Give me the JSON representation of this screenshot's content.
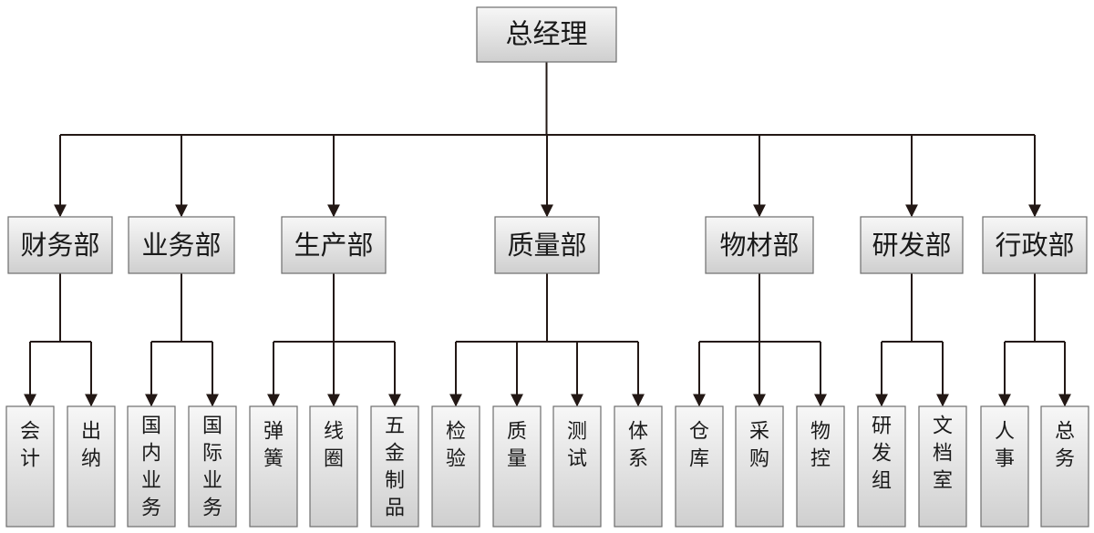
{
  "root": "总经理",
  "departments": [
    {
      "name": "财务部",
      "subs": [
        "会计",
        "出纳"
      ]
    },
    {
      "name": "业务部",
      "subs": [
        "国内业务",
        "国际业务"
      ]
    },
    {
      "name": "生产部",
      "subs": [
        "弹簧",
        "线圈",
        "五金制品"
      ]
    },
    {
      "name": "质量部",
      "subs": [
        "检验",
        "质量",
        "测试",
        "体系"
      ]
    },
    {
      "name": "物材部",
      "subs": [
        "仓库",
        "采购",
        "物控"
      ]
    },
    {
      "name": "研发部",
      "subs": [
        "研发组",
        "文档室"
      ]
    },
    {
      "name": "行政部",
      "subs": [
        "人事",
        "总务"
      ]
    }
  ],
  "colors": {
    "line": "#231815",
    "box_border": "#6d6d6d",
    "box_fill_top": "#f7f7f7",
    "box_fill_bottom": "#cfcfcf",
    "text": "#1a1a1a"
  }
}
